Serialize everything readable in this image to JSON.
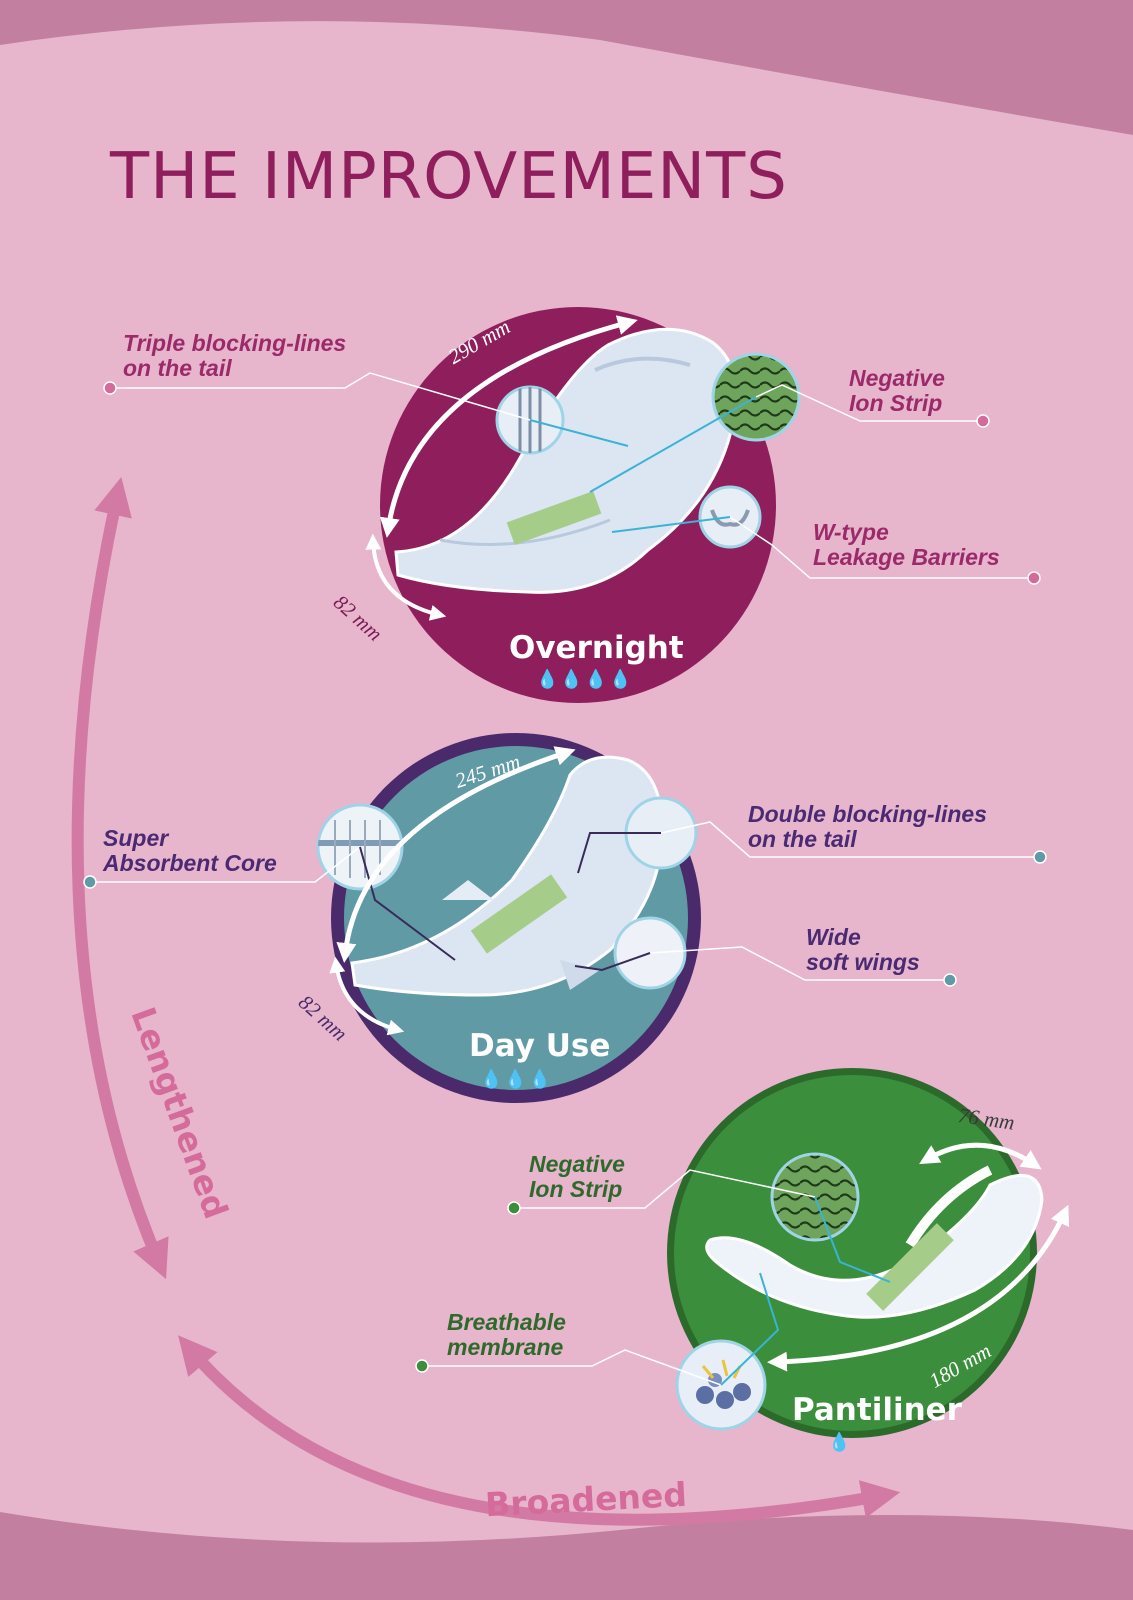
{
  "title": "THE IMPROVEMENTS",
  "colors": {
    "background": "#e7b5cc",
    "band": "#c27fa0",
    "title": "#8e1f5c",
    "overnight_circle": "#8e1f5c",
    "dayuse_circle": "#5f9aa5",
    "pantiliner_circle": "#3b8e3b",
    "arrows": "#d27aa3"
  },
  "products": {
    "overnight": {
      "name": "Overnight",
      "drops": "💧💧💧💧",
      "drop_count": 4,
      "length": "290 mm",
      "width": "82 mm",
      "callouts": {
        "tail_line1": "Triple blocking-lines",
        "tail_line2": "on the tail",
        "ion_line1": "Negative",
        "ion_line2": "Ion Strip",
        "barrier_line1": "W-type",
        "barrier_line2": "Leakage Barriers"
      }
    },
    "dayuse": {
      "name": "Day Use",
      "drop_count": 3,
      "length": "245 mm",
      "width": "82 mm",
      "callouts": {
        "core_line1": "Super",
        "core_line2": "Absorbent Core",
        "tail_line1": "Double blocking-lines",
        "tail_line2": "on the tail",
        "wings_line1": "Wide",
        "wings_line2": "soft wings"
      }
    },
    "pantiliner": {
      "name": "Pantiliner",
      "drop_count": 1,
      "length": "180 mm",
      "width": "76 mm",
      "callouts": {
        "ion_line1": "Negative",
        "ion_line2": "Ion Strip",
        "membrane_line1": "Breathable",
        "membrane_line2": "membrane"
      }
    }
  },
  "arrows": {
    "lengthened": "Lengthened",
    "broadened": "Broadened"
  }
}
